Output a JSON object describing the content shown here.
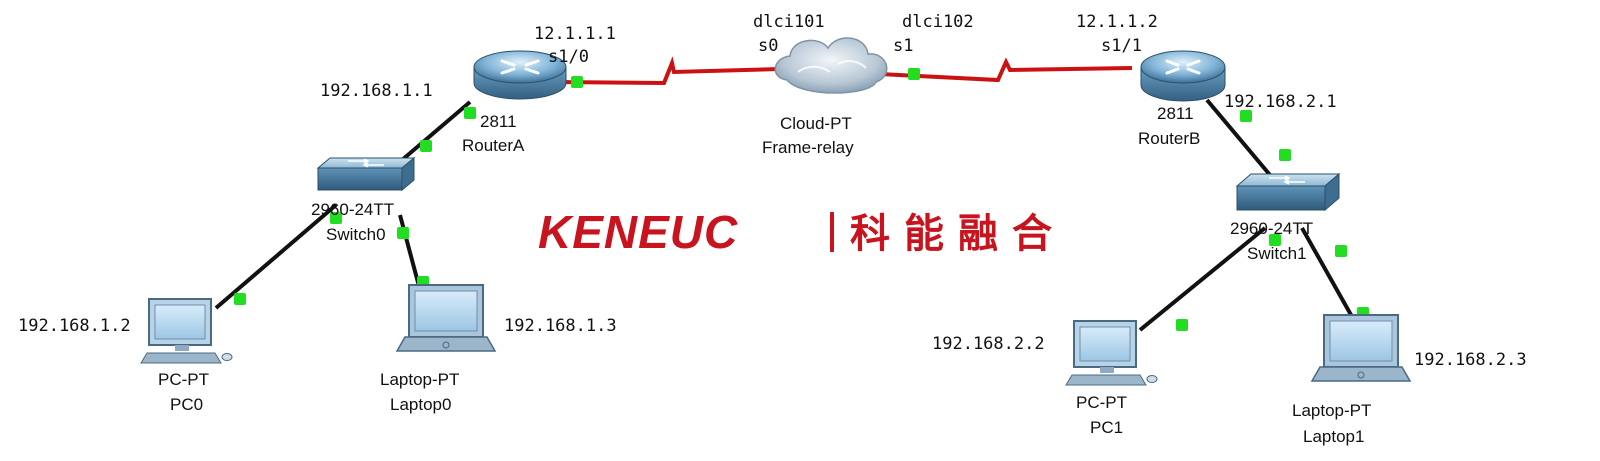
{
  "topology": {
    "routerA": {
      "model": "2811",
      "name": "RouterA",
      "ip_lan": "192.168.1.1",
      "ip_wan": "12.1.1.1",
      "port_wan": "s1/0"
    },
    "routerB": {
      "model": "2811",
      "name": "RouterB",
      "ip_lan": "192.168.2.1",
      "ip_wan": "12.1.1.2",
      "port_wan": "s1/1"
    },
    "cloud": {
      "type": "Cloud-PT",
      "name": "Frame-relay",
      "port_left": "s0",
      "port_right": "s1",
      "dlci_left": "dlci101",
      "dlci_right": "dlci102"
    },
    "switch0": {
      "model": "2960-24TT",
      "name": "Switch0"
    },
    "switch1": {
      "model": "2960-24TT",
      "name": "Switch1"
    },
    "pc0": {
      "type": "PC-PT",
      "name": "PC0",
      "ip": "192.168.1.2"
    },
    "laptop0": {
      "type": "Laptop-PT",
      "name": "Laptop0",
      "ip": "192.168.1.3"
    },
    "pc1": {
      "type": "PC-PT",
      "name": "PC1",
      "ip": "192.168.2.2"
    },
    "laptop1": {
      "type": "Laptop-PT",
      "name": "Laptop1",
      "ip": "192.168.2.3"
    }
  },
  "watermark": {
    "latin": "KENEUC",
    "chinese": "科能融合"
  },
  "colors": {
    "serial_link": "#cc1111",
    "ethernet_link": "#111111",
    "link_light": "#22dd22",
    "watermark": "#c8141e"
  }
}
